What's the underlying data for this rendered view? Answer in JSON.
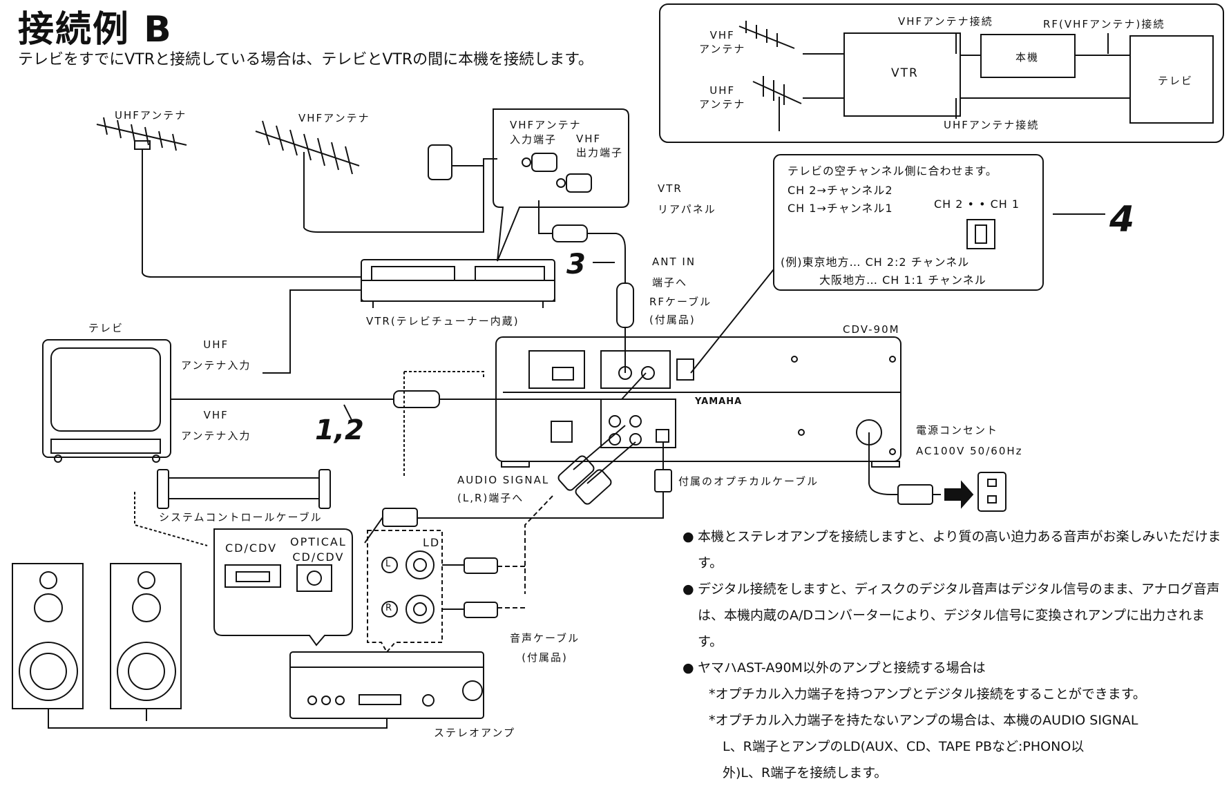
{
  "title": "接続例 B",
  "intro": "テレビをすでにVTRと接続している場合は、テレビとVTRの間に本機を接続します。",
  "block_diagram": {
    "vhf_antenna": [
      "VHF",
      "アンテナ"
    ],
    "uhf_antenna": [
      "UHF",
      "アンテナ"
    ],
    "vtr": "VTR",
    "unit": "本機",
    "tv": "テレビ",
    "vhf_antenna_connection": "VHFアンテナ接続",
    "rf_connection": "RF(VHFアンテナ)接続",
    "uhf_antenna_connection": "UHFアンテナ接続"
  },
  "labels": {
    "uhf_antenna": "UHFアンテナ",
    "vhf_antenna": "VHFアンテナ",
    "vhf_input_terminal": [
      "VHFアンテナ",
      "入力端子"
    ],
    "vhf_output_terminal": [
      "VHF",
      "出力端子"
    ],
    "vtr_rear_panel": [
      "VTR",
      "リアパネル"
    ],
    "ant_in": [
      "ANT IN",
      "端子へ"
    ],
    "rf_cable": [
      "RFケーブル",
      "(付属品)"
    ],
    "vtr_tuner": "VTR(テレビチューナー内蔵)",
    "tv": "テレビ",
    "uhf_input": [
      "UHF",
      "アンテナ入力"
    ],
    "vhf_input": [
      "VHF",
      "アンテナ入力"
    ],
    "model": "CDV-90M",
    "brand": "YAMAHA",
    "power_outlet": [
      "電源コンセント",
      "AC100V 50/60Hz"
    ],
    "optical_cable": "付属のオプチカルケーブル",
    "audio_signal": [
      "AUDIO SIGNAL",
      "(L,R)端子へ"
    ],
    "system_control_cable": "システムコントロールケーブル",
    "cd_cdv": "CD/CDV",
    "optical_cd_cdv": [
      "OPTICAL",
      "CD/CDV"
    ],
    "ld": "LD",
    "l_mark": "L",
    "r_mark": "R",
    "audio_cable": [
      "音声ケーブル",
      "(付属品)"
    ],
    "stereo_amp": "ステレオアンプ"
  },
  "channel_box": {
    "line1": "テレビの空チャンネル側に合わせます。",
    "line2": "CH 2→チャンネル2",
    "line3": "CH 1→チャンネル1",
    "switch_label": "CH 2 • • CH 1",
    "example1": "(例)東京地方… CH 2:2 チャンネル",
    "example2": "大阪地方… CH 1:1 チャンネル"
  },
  "steps": {
    "s12": "1,2",
    "s3": "3",
    "s4": "4"
  },
  "notes": {
    "n1": "本機とステレオアンプを接続しますと、より質の高い迫力ある音声がお楽しみいただけます。",
    "n2": "デジタル接続をしますと、ディスクのデジタル音声はデジタル信号のまま、アナログ音声は、本機内蔵のA/Dコンバーターにより、デジタル信号に変換されアンプに出力されます。",
    "n3": "ヤマハAST-A90M以外のアンプと接続する場合は",
    "n3a": "*オプチカル入力端子を持つアンプとデジタル接続をすることができます。",
    "n3b": "*オプチカル入力端子を持たないアンプの場合は、本機のAUDIO SIGNAL",
    "n3b2": "L、R端子とアンプのLD(AUX、CD、TAPE PBなど:PHONO以",
    "n3b3": "外)L、R端子を接続します。"
  }
}
